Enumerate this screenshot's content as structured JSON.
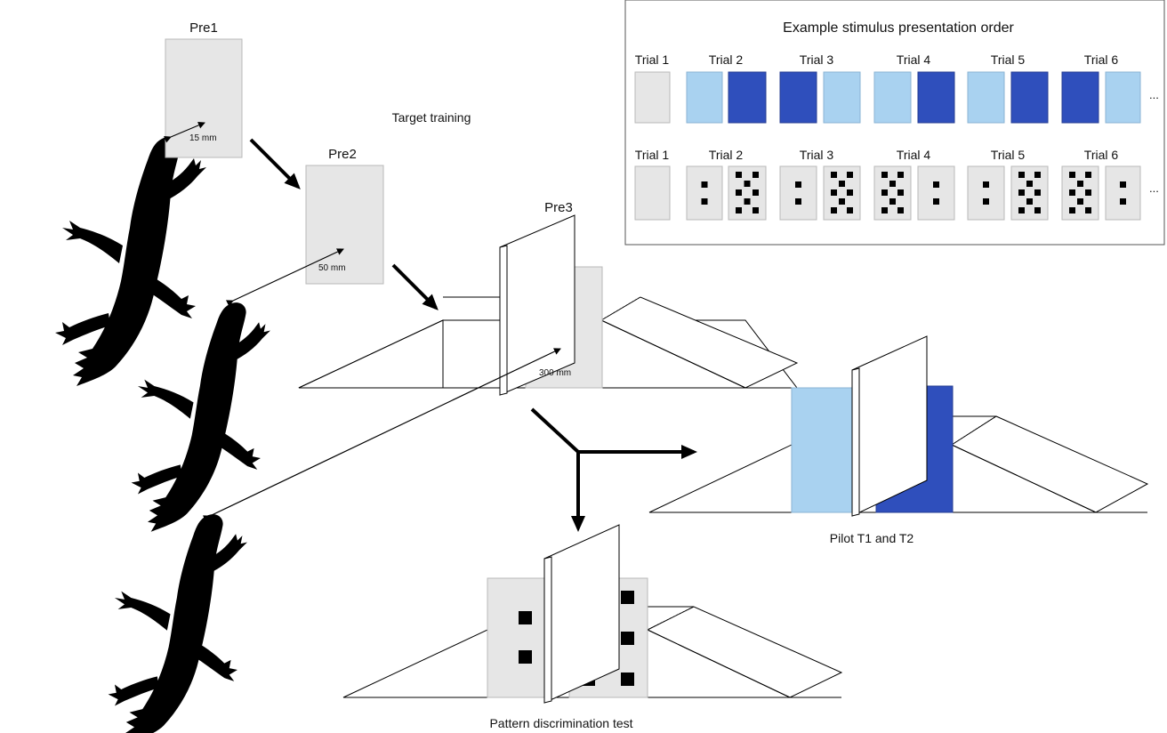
{
  "labels": {
    "pre1": "Pre1",
    "pre2": "Pre2",
    "pre3": "Pre3",
    "target_training": "Target training",
    "dist_15": "15 mm",
    "dist_50": "50 mm",
    "dist_300": "300 mm",
    "pilot": "Pilot T1 and T2",
    "pattern_test": "Pattern discrimination test"
  },
  "inset": {
    "title": "Example stimulus presentation order",
    "ellipsis": "...",
    "color_row": {
      "trials": [
        "Trial 1",
        "Trial 2",
        "Trial 3",
        "Trial 4",
        "Trial 5",
        "Trial 6"
      ]
    },
    "pattern_row": {
      "trials": [
        "Trial 1",
        "Trial 2",
        "Trial 3",
        "Trial 4",
        "Trial 5",
        "Trial 6"
      ]
    }
  },
  "colors": {
    "grey_card": "#e6e6e6",
    "light_blue": "#a9d2f0",
    "dark_blue": "#2f4fbc",
    "black": "#000000"
  }
}
